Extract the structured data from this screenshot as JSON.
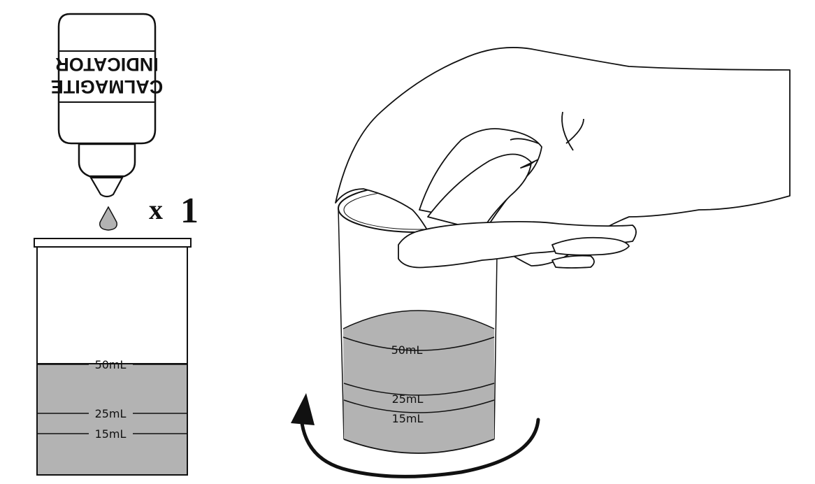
{
  "bottle": {
    "label_line1": "CALMAGITE",
    "label_line2": "INDICATOR"
  },
  "multiplier": {
    "x": "x",
    "count": "1"
  },
  "beaker_left": {
    "marks": [
      "50mL",
      "25mL",
      "15mL"
    ]
  },
  "beaker_right": {
    "marks": [
      "50mL",
      "25mL",
      "15mL"
    ]
  },
  "colors": {
    "liquid": "#b3b3b3",
    "line": "#111111"
  },
  "icons": {
    "dropper_bottle": "dropper-bottle-icon",
    "drop": "drop-icon",
    "hand": "hand-icon",
    "swirl_arrow": "swirl-arrow-icon"
  }
}
